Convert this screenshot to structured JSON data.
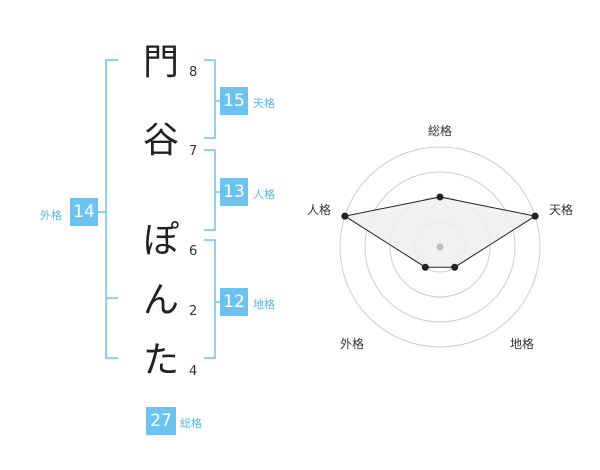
{
  "name": {
    "chars": [
      {
        "char": "門",
        "strokes": "8"
      },
      {
        "char": "谷",
        "strokes": "7"
      },
      {
        "char": "ぽ",
        "strokes": "6"
      },
      {
        "char": "ん",
        "strokes": "2"
      },
      {
        "char": "た",
        "strokes": "4"
      }
    ]
  },
  "kaku": {
    "tenkaku": {
      "value": "15",
      "label": "天格"
    },
    "jinkaku": {
      "value": "13",
      "label": "人格"
    },
    "chikaku": {
      "value": "12",
      "label": "地格"
    },
    "gaikaku": {
      "value": "14",
      "label": "外格"
    },
    "soukaku": {
      "value": "27",
      "label": "総格"
    }
  },
  "colors": {
    "accent": "#6dc3ef",
    "line": "#222222",
    "fill": "#eeeeee"
  },
  "chart_data": {
    "type": "radar",
    "axes": [
      "総格",
      "天格",
      "地格",
      "外格",
      "人格"
    ],
    "values": [
      2,
      4,
      1,
      1,
      4
    ],
    "max": 4,
    "rings": 4
  }
}
